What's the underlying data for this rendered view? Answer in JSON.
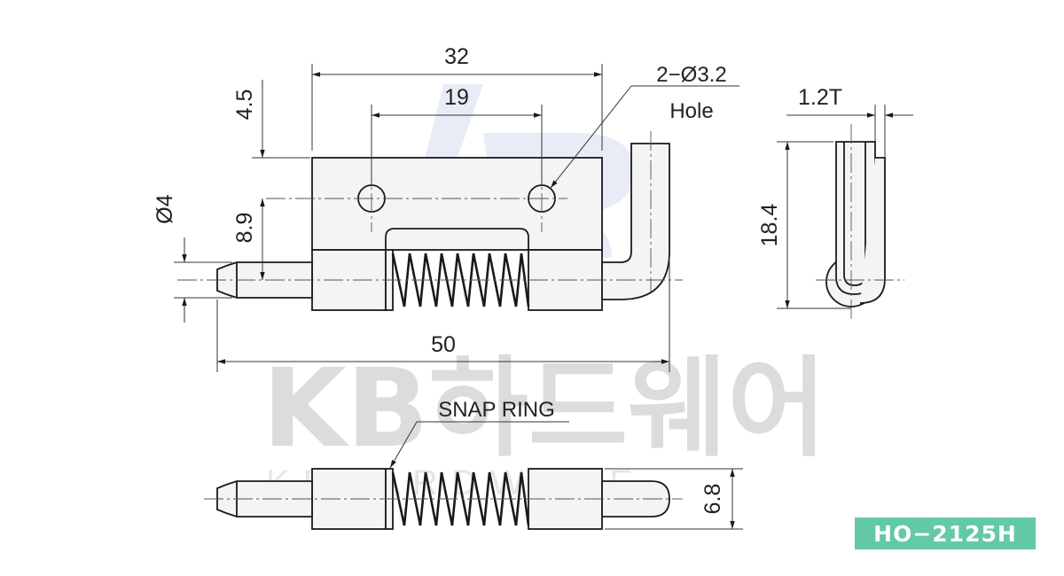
{
  "watermark": {
    "brand": "KB하드웨어",
    "subtitle": "K B H A R D W A R E",
    "logo": "KB"
  },
  "dimensions": {
    "overall_width": "32",
    "hole_spacing": "19",
    "top_offset": "4.5",
    "center_height": "8.9",
    "pin_diameter": "Ø4",
    "total_length": "50",
    "thickness": "1.2T",
    "side_height": "18.4",
    "bottom_height": "6.8"
  },
  "labels": {
    "hole_spec": "2−Ø3.2",
    "hole_word": "Hole",
    "snap_ring": "SNAP RING"
  },
  "product_code": "HO−2125H",
  "colors": {
    "badge": "#63c9a6",
    "logo_blue": "#c9d5ec",
    "watermark_gray": "#dcdcdc"
  }
}
